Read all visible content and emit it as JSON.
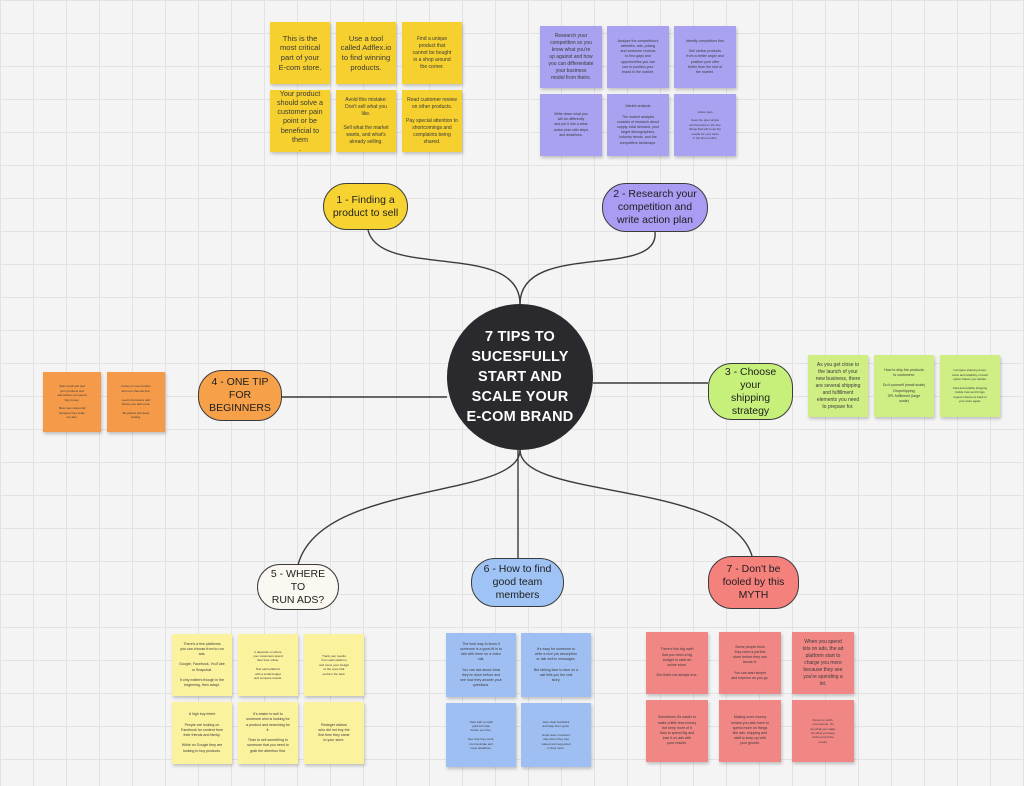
{
  "center": {
    "title": "7 TIPS TO\nSUCESFULLY\nSTART AND\nSCALE YOUR\nE-COM BRAND"
  },
  "topics": [
    {
      "id": "t1",
      "label": "1 - Finding a\nproduct to sell"
    },
    {
      "id": "t2",
      "label": "2 - Research your\ncompetition and\nwrite action plan"
    },
    {
      "id": "t3",
      "label": "3 - Choose your\nshipping\nstrategy"
    },
    {
      "id": "t4",
      "label": "4 - ONE TIP FOR\nBEGINNERS"
    },
    {
      "id": "t5",
      "label": "5 - WHERE TO\nRUN ADS?"
    },
    {
      "id": "t6",
      "label": "6 - How to find\ngood team\nmembers"
    },
    {
      "id": "t7",
      "label": "7 - Don't be\nfooled by this\nMYTH"
    }
  ],
  "notes": {
    "t1": [
      "This is the\nmost critical\npart of your\nE-com store.",
      "Use a tool\ncalled Adflex.io\nto find winning\nproducts.",
      "Find a unique\nproduct that\ncannot be bought\nin a shop around\nthe corner.",
      "Your product\nshould solve a\ncustomer pain\npoint or be\nbeneficial to them\n.",
      "Avoid this mistake:\nDon't sell what you\nlike.\n\nSell what the market\nwants, and what's\nalready selling.",
      "Read customer review\non other products.\n\nPay special attention to\nshortcomings and\ncomplaints being\nshared."
    ],
    "t2": [
      "Research your\ncompetition so you\nknow what you're\nup against and how\nyou can differentiate\nyour business\nmodel from theirs.",
      "Analyze the competition's\nwebsites, ads, pricing\nand customer reviews\nto find gaps and\nopportunities you can\nuse to position your\nbrand in the market.",
      "Identify competitors first\n\nSell similar products\nfrom a better angle and\nposition your offer\nbetter than the rest of\nthe market.",
      "Write down what you\nwill do differently\nand put it into a clear\naction plan with steps\nand deadlines.",
      "Market analysis\n\nThe market analysis\nconsists of research about\nsupply, total demand, your\ntarget demographics,\nindustry trends, and the\ncompetitive landscape.",
      "Action plan\n\nKeep the plan simple\nand focused on the few\nthings that will move the\nneedle for your store\nin the first months."
    ],
    "t3": [
      "As you get close to\nthe launch of your\nnew business, there\nare several shipping\nand fulfillment\nelements you need\nto prepare for.",
      "How to ship the products\nto customers:\n\nDo it yourself (small scale)\nDropshipping\n3PL fulfillment (large\nscale)",
      "Compare shipping times,\ncosts and reliability of each\noption before you decide.\n\nFast and reliable shipping\nbuilds trust and brings\nrepeat customers back to\nyour store again."
    ],
    "t4": [
      "Start small and test\nyour products and\nads before you spend\nbig money.\n\nMost new stores fail\nbecause they scale\ntoo fast.",
      "Focus on one product\nand one channel first.\n\nLearn the basics well\nbefore you add more.\n\nBe patient and keep\ntesting."
    ],
    "t5": [
      "There's a few platforms\nyou can choose from to run\nads.\n\nGoogle, Facebook, YouTube\nor Snapchat.\n\nIt only matters though in the\nbeginning, then adapt.",
      "It depends on where\nyour customers spend\ntheir time online.\n\nTest each platform\nwith a small budget\nand compare results.",
      "Track your results\nfrom each platform\nand move your budget\nto the ones that\nperform the best.",
      "A high buy intent\n\nPeople are looking on\nFacebook for content from\ntheir friends and family.\n\nWhile on Google they are\nlooking to buy products.",
      "It's easier to sell to\nsomeone who is looking for\na product and searching for\nit.\n\nThan to sell something to\nsomeone that you need to\ngrab the attention first.",
      "Retarget visitors\nwho did not buy the\nfirst time they came\nto your store."
    ],
    "t6": [
      "The best way to know if\nsomeone is a good fit is to\ntalk with them on a video\ncall.\n\nYou can ask about what\nthey've done before and\nsee how they answer your\nquestions.",
      "It's easy for someone to\nwrite a nice job description\nor talk well in messages.\n\nBut talking face to face on a\ncall tells you the real\nstory.",
      "Start with a small\npaid test task\nbefore you hire.\n\nSee how they work,\ncommunicate and\nmeet deadlines.",
      "Give clear feedback\nand help them grow.\n\nGood team members\nstay when they feel\nvalued and supported\nin their work."
    ],
    "t7": [
      "There's this big myth\nthat you need a big\nbudget to start an\nonline store.\n\nBut that's not always true.",
      "Some people think\nthey need a perfect\nstore before they can\nlaunch it.\n\nYou can start simple\nand improve as you go.",
      "When you spend\nlots on ads, the ad\nplatform start to\ncharge you more\nbecause they see\nyou're spending a\nlot.",
      "Sometimes it's easier to\nmake a little less money\nbut keep more of it\nthan to spend big and\nlose it on ads with\npoor results.",
      "Making more money\nmeans you also have to\nspend more on things\nlike ads, shipping and\nstaff to keep up with\nyour growth.",
      "Focus on profit,\nnot revenue. It's\nnot what you make,\nit's what you keep\nat the end of the\nmonth."
    ]
  },
  "colors": {
    "background": "#f4f4f4",
    "grid": "#e2e2e2",
    "center": "#2a2a2e",
    "connector": "#3b3b3b",
    "yellow": "#f5d02e",
    "purple": "#a8a2f0",
    "green": "#cfee84",
    "orange": "#f59a48",
    "light_yellow": "#fbf29e",
    "blue": "#9fbff2",
    "red": "#f08785"
  }
}
